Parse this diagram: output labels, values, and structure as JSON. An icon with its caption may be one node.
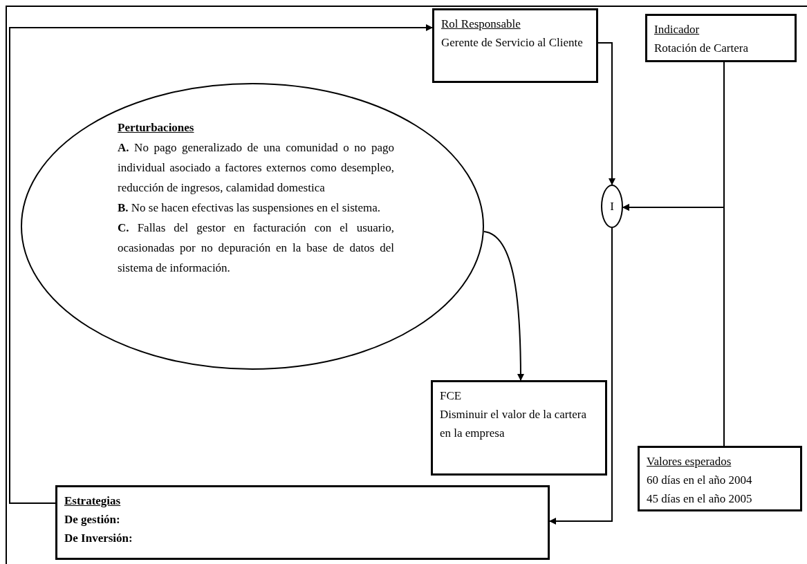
{
  "diagram": {
    "nodes": [
      {
        "text": [
          "Rol Responsable",
          "Gerente de Servicio al Cliente"
        ]
      },
      {
        "text": [
          "Indicador",
          "Rotación de Cartera"
        ]
      },
      {
        "text": [
          "Perturbaciones",
          "**A.** No pago generalizado de una comunidad o no pago individual asociado a factores externos como desempleo, reducción de ingresos, calamidad domestica",
          "**B.** No se hacen efectivas las suspensiones en el sistema.",
          "**C.** Fallas del gestor en facturación con el usuario, ocasionadas por no depuración en la base de datos del sistema de información."
        ]
      },
      {
        "text": [
          "I"
        ]
      },
      {
        "text": [
          "FCE",
          "Disminuir el valor de la cartera en la empresa"
        ]
      },
      {
        "text": [
          "Valores esperados",
          "60 días en el año 2004",
          "45 días en el año 2005"
        ]
      },
      {
        "text": [
          "Estrategias",
          "De gestión:",
          "De Inversión:"
        ]
      }
    ],
    "edges": [
      {
        "from": 0,
        "to": 3,
        "arrow": "to"
      },
      {
        "from": 1,
        "to": 3,
        "arrow": "to"
      },
      {
        "from": 5,
        "to": 3,
        "arrow": "to"
      },
      {
        "from": 2,
        "to": 4,
        "arrow": "to"
      },
      {
        "from": 3,
        "to": 6,
        "arrow": "to"
      },
      {
        "from": 6,
        "to": 0,
        "arrow": "to"
      }
    ]
  }
}
